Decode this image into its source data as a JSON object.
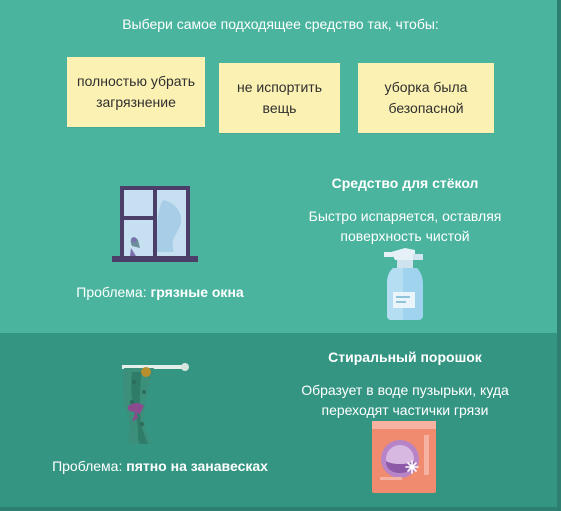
{
  "instruction": "Выбери самое подходящее средство так, чтобы:",
  "notes": [
    {
      "line1": "полностью убрать",
      "line2": "загрязнение"
    },
    {
      "line1": "не испортить",
      "line2": "вещь"
    },
    {
      "line1": "уборка была",
      "line2": "безопасной"
    }
  ],
  "cases": [
    {
      "problem_prefix": "Проблема: ",
      "problem": "грязные окна",
      "solution_title": "Средство для стёкол",
      "solution_line1": "Быстро испаряется, оставляя",
      "solution_line2": "поверхность чистой",
      "object_icon": "window-icon",
      "product_icon": "spray-bottle-icon"
    },
    {
      "problem_prefix": "Проблема: ",
      "problem": "пятно на занавесках",
      "solution_title": "Стиральный порошок",
      "solution_line1": "Образует в воде пузырьки, куда",
      "solution_line2": "переходят частички грязи",
      "object_icon": "curtain-icon",
      "product_icon": "washing-powder-box-icon"
    }
  ],
  "colors": {
    "top_panel": "#4ab49e",
    "bottom_panel": "#349583",
    "note": "#fbf1b3"
  }
}
